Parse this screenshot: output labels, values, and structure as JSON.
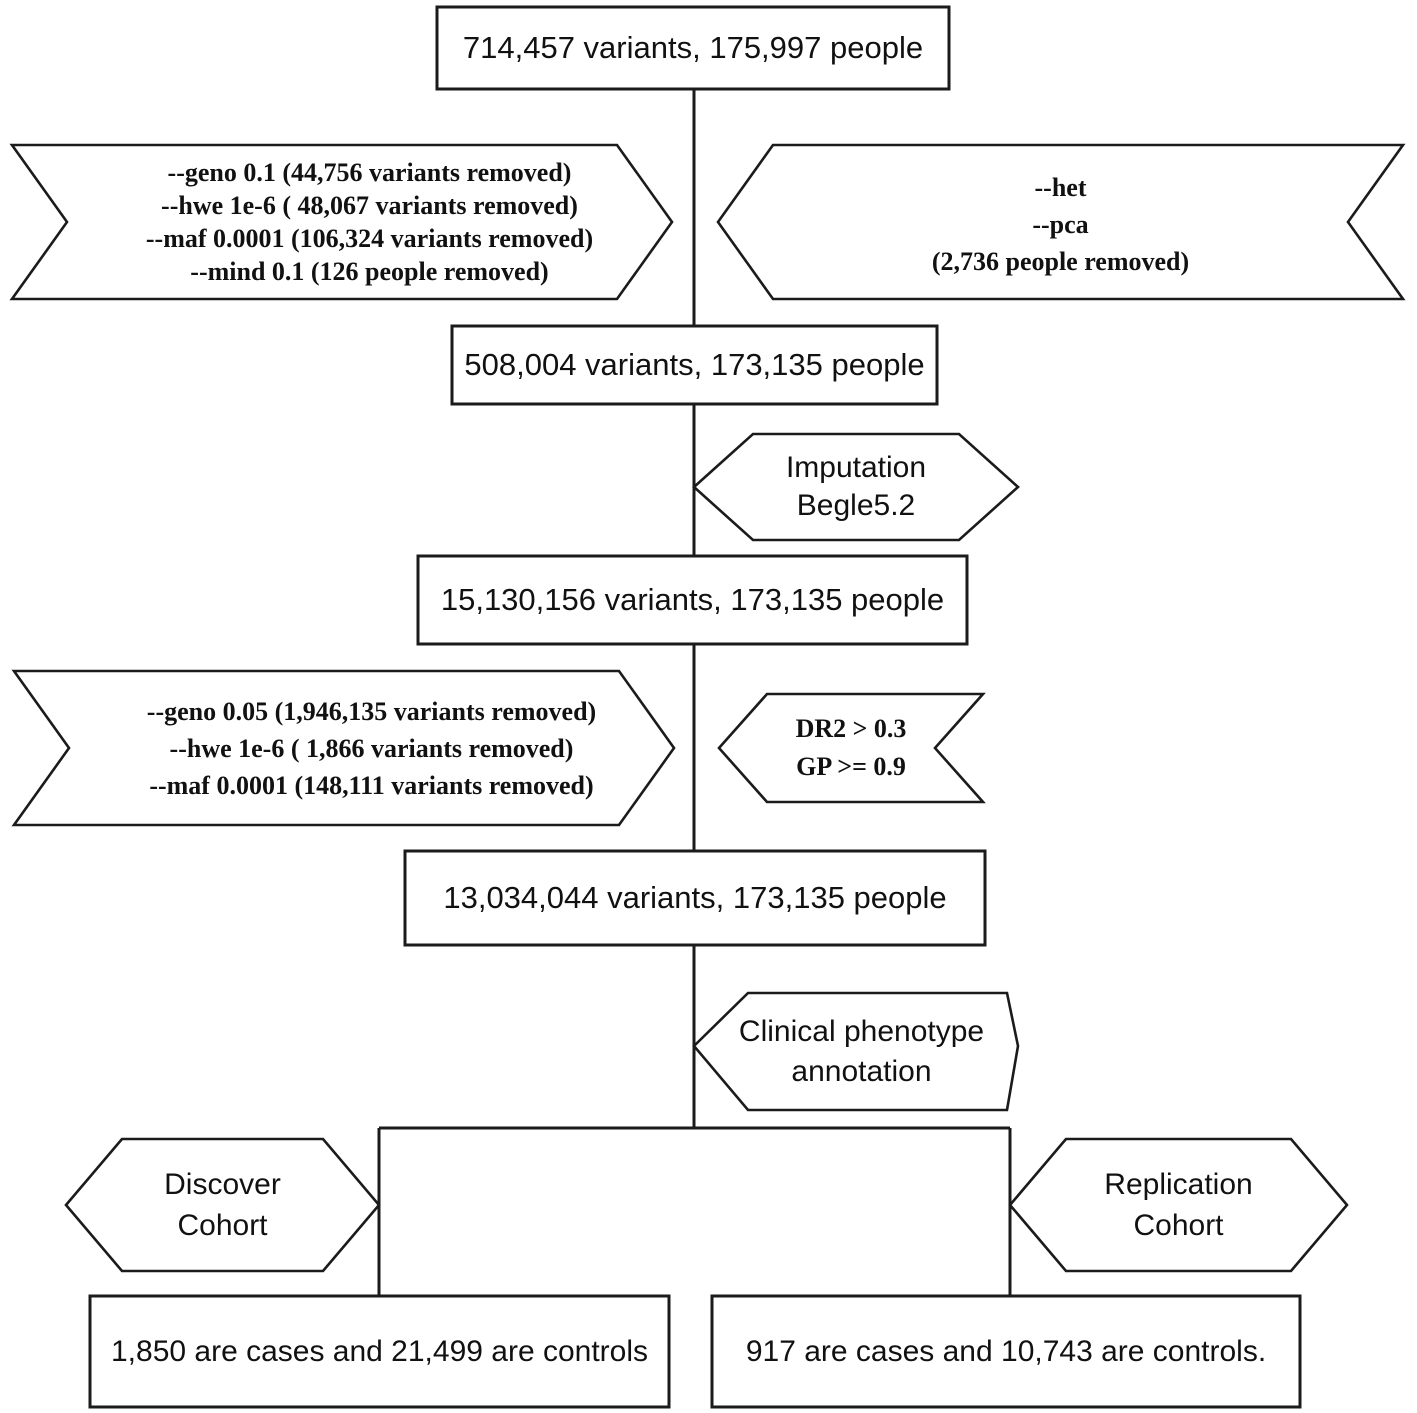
{
  "diagram": {
    "title": "Genotype quality control and cohort split flowchart",
    "colors": {
      "stroke": "#1b1b1b",
      "fill": "#ffffff",
      "text": "#111111"
    },
    "nodes": {
      "box_initial": {
        "shape": "rectangle",
        "text": "714,457 variants, 175,997 people"
      },
      "banner_qc1_left": {
        "shape": "chevron-banner",
        "lines": [
          "--geno 0.1 (44,756 variants removed)",
          "--hwe 1e-6 ( 48,067 variants removed)",
          "--maf 0.0001 (106,324 variants removed)",
          "--mind 0.1 (126 people removed)"
        ]
      },
      "banner_qc1_right": {
        "shape": "chevron-banner",
        "lines": [
          "--het",
          "--pca",
          "(2,736 people removed)"
        ]
      },
      "box_after_qc1": {
        "shape": "rectangle",
        "text": "508,004 variants, 173,135 people"
      },
      "hex_imputation": {
        "shape": "hexagon",
        "lines": [
          "Imputation",
          "Begle5.2"
        ]
      },
      "box_imputed": {
        "shape": "rectangle",
        "text": "15,130,156 variants, 173,135 people"
      },
      "banner_qc2_left": {
        "shape": "chevron-banner",
        "lines": [
          "--geno 0.05 (1,946,135 variants removed)",
          "--hwe 1e-6 ( 1,866 variants removed)",
          "--maf 0.0001 (148,111 variants removed)"
        ]
      },
      "banner_qc2_right": {
        "shape": "chevron-banner",
        "lines": [
          "DR2 > 0.3",
          "GP >= 0.9"
        ]
      },
      "box_after_qc2": {
        "shape": "rectangle",
        "text": "13,034,044 variants, 173,135 people"
      },
      "hex_phenotype": {
        "shape": "hexagon",
        "lines": [
          "Clinical phenotype",
          "annotation"
        ]
      },
      "hex_discovery": {
        "shape": "hexagon",
        "lines": [
          "Discover",
          "Cohort"
        ]
      },
      "hex_replication": {
        "shape": "hexagon",
        "lines": [
          "Replication",
          "Cohort"
        ]
      },
      "box_discovery_counts": {
        "shape": "rectangle",
        "text": "1,850 are cases and 21,499 are controls"
      },
      "box_replication_counts": {
        "shape": "rectangle",
        "text": "917 are cases and 10,743 are controls."
      }
    }
  }
}
